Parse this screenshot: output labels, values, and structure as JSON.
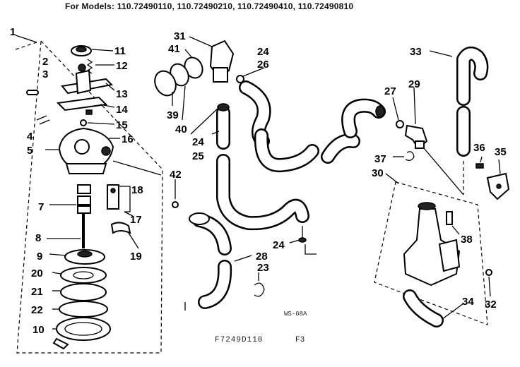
{
  "header": {
    "models_line": "For Models: 110.72490110, 110.72490210, 110.72490410, 110.72490810"
  },
  "footer": {
    "diagram_code": "WS-68A",
    "drawing_number": "F7249D110",
    "page_code": "F3"
  },
  "labels": [
    {
      "id": "1",
      "text": "1"
    },
    {
      "id": "2",
      "text": "2"
    },
    {
      "id": "3",
      "text": "3"
    },
    {
      "id": "4",
      "text": "4"
    },
    {
      "id": "5",
      "text": "5"
    },
    {
      "id": "7",
      "text": "7"
    },
    {
      "id": "8",
      "text": "8"
    },
    {
      "id": "9",
      "text": "9"
    },
    {
      "id": "10",
      "text": "10"
    },
    {
      "id": "11",
      "text": "11"
    },
    {
      "id": "12",
      "text": "12"
    },
    {
      "id": "13",
      "text": "13"
    },
    {
      "id": "14",
      "text": "14"
    },
    {
      "id": "15",
      "text": "15"
    },
    {
      "id": "16",
      "text": "16"
    },
    {
      "id": "17",
      "text": "17"
    },
    {
      "id": "18",
      "text": "18"
    },
    {
      "id": "19",
      "text": "19"
    },
    {
      "id": "20",
      "text": "20"
    },
    {
      "id": "21",
      "text": "21"
    },
    {
      "id": "22",
      "text": "22"
    },
    {
      "id": "23",
      "text": "23"
    },
    {
      "id": "24a",
      "text": "24"
    },
    {
      "id": "24b",
      "text": "24"
    },
    {
      "id": "24c",
      "text": "24"
    },
    {
      "id": "25",
      "text": "25"
    },
    {
      "id": "26",
      "text": "26"
    },
    {
      "id": "27",
      "text": "27"
    },
    {
      "id": "28",
      "text": "28"
    },
    {
      "id": "29",
      "text": "29"
    },
    {
      "id": "30",
      "text": "30"
    },
    {
      "id": "31",
      "text": "31"
    },
    {
      "id": "32",
      "text": "32"
    },
    {
      "id": "33",
      "text": "33"
    },
    {
      "id": "34",
      "text": "34"
    },
    {
      "id": "35",
      "text": "35"
    },
    {
      "id": "36",
      "text": "36"
    },
    {
      "id": "37",
      "text": "37"
    },
    {
      "id": "38",
      "text": "38"
    },
    {
      "id": "39",
      "text": "39"
    },
    {
      "id": "40",
      "text": "40"
    },
    {
      "id": "41",
      "text": "41"
    },
    {
      "id": "42",
      "text": "42"
    }
  ]
}
